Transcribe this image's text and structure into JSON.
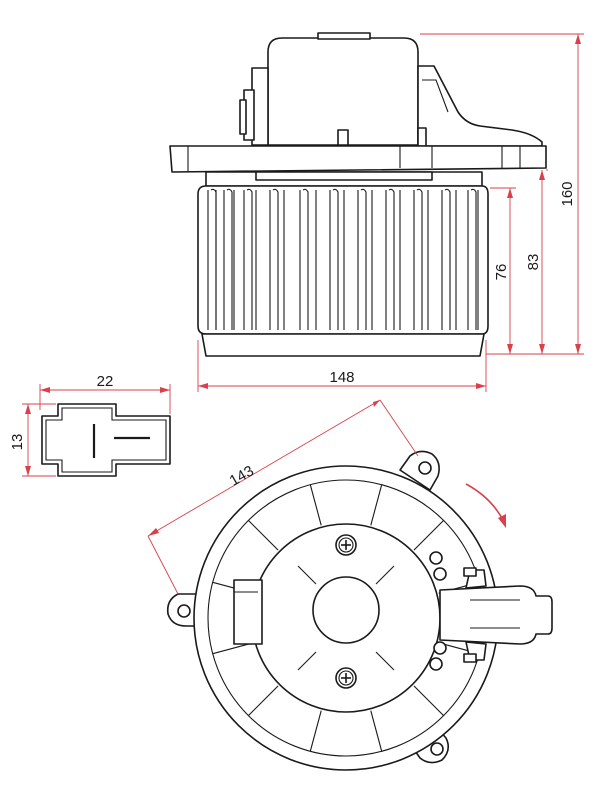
{
  "drawing": {
    "colors": {
      "line": "#1a1a1a",
      "dimension": "#d9404b",
      "background": "#ffffff"
    },
    "dimensions": {
      "side_view_height": "160",
      "blower_height": "83",
      "wheel_height": "76",
      "wheel_diameter": "148",
      "connector_width": "22",
      "connector_height": "13",
      "flange_diameter": "143"
    },
    "rotation": "clockwise-arrow-icon"
  }
}
